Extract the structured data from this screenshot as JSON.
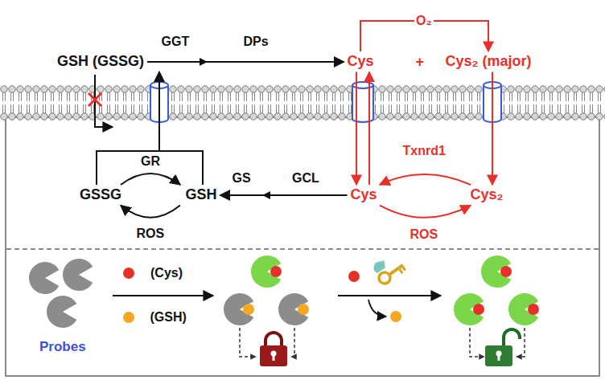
{
  "diagram": {
    "nodes": [
      {
        "text": [
          "GSH (GSSG)"
        ]
      },
      {
        "text": [
          "Cys"
        ]
      },
      {
        "text": [
          "Cys₂ (major)"
        ]
      },
      {
        "text": [
          "GSSG"
        ]
      },
      {
        "text": [
          "GSH"
        ]
      },
      {
        "text": [
          "Cys"
        ]
      },
      {
        "text": [
          "Cys₂"
        ]
      }
    ],
    "edges": [
      {
        "from": 0,
        "to": 1,
        "label": "GGT",
        "arrow": "to"
      },
      {
        "from": 1,
        "to": 2,
        "label": "O₂",
        "arrow": "to"
      },
      {
        "from": 3,
        "to": 0,
        "arrow": "to"
      },
      {
        "from": 4,
        "to": 0,
        "arrow": "to"
      },
      {
        "from": 3,
        "to": 4,
        "label": "GR",
        "arrow": "to"
      },
      {
        "from": 4,
        "to": 3,
        "label": "ROS",
        "arrow": "to"
      },
      {
        "from": 5,
        "to": 4,
        "label": "GCL",
        "arrow": "to"
      },
      {
        "from": 1,
        "to": 5,
        "arrow": "to"
      },
      {
        "from": 5,
        "to": 1,
        "arrow": "to"
      },
      {
        "from": 2,
        "to": 6,
        "arrow": "to"
      },
      {
        "from": 6,
        "to": 5,
        "label": "Txnrd1",
        "arrow": "to"
      },
      {
        "from": 5,
        "to": 6,
        "label": "ROS",
        "arrow": "to"
      }
    ],
    "labels": [
      "DPs",
      "+",
      "GS",
      "(Cys)",
      "(GSH)",
      "Probes"
    ]
  }
}
